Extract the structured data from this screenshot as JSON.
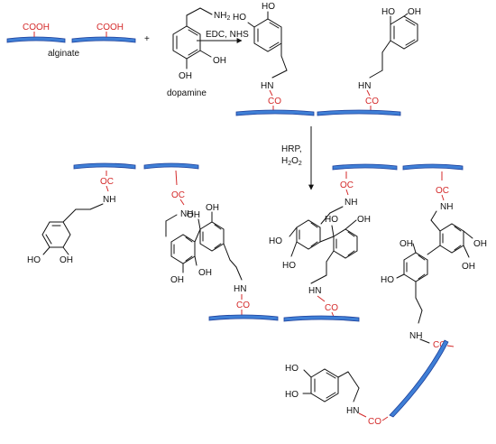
{
  "colors": {
    "chain": "#3f7fd6",
    "chain_edge": "#1d3f9a",
    "bond": "#111111",
    "carbonyl": "#d42a2a"
  },
  "labels": {
    "cooh": "COOH",
    "alginate": "alginate",
    "dopamine": "dopamine",
    "plus": "+",
    "reagents": "EDC, NHS",
    "hrp": "HRP,",
    "h2o2_h": "H",
    "h2o2_2a": "2",
    "h2o2_o": "O",
    "h2o2_2b": "2",
    "nh2_nh": "NH",
    "nh2_2": "2",
    "ho": "HO",
    "oh": "OH",
    "nh": "NH",
    "hn": "HN",
    "co": "CO",
    "oc": "OC"
  }
}
